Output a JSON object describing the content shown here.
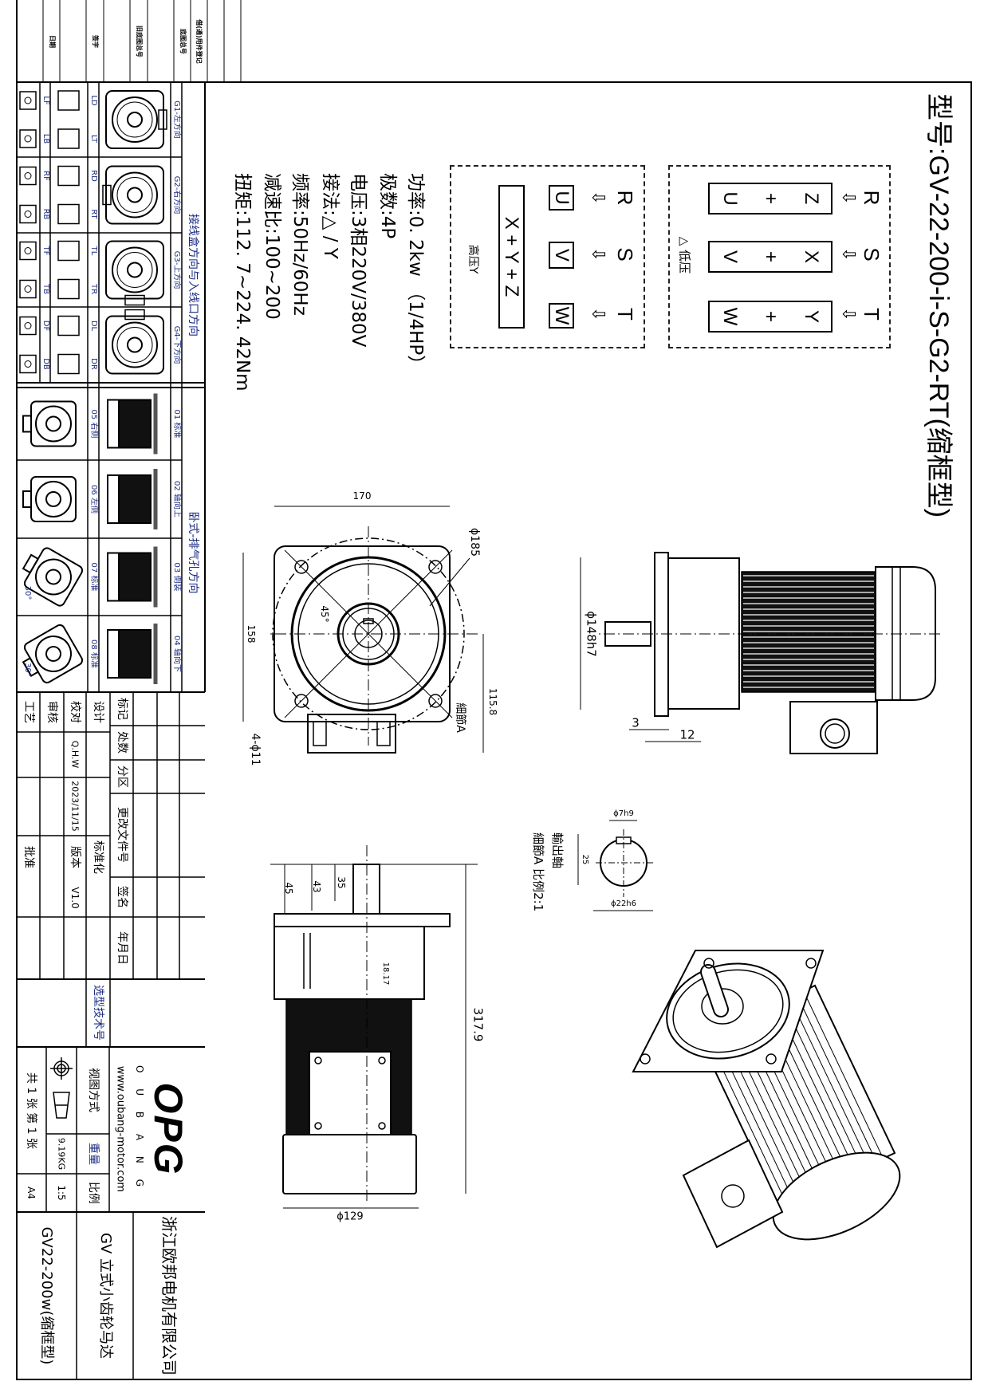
{
  "top_strip": {
    "labels": [
      "日期",
      "签字",
      "旧底图总号",
      "底图总号",
      "借(通)用件登记"
    ]
  },
  "title": "型号:GV-22-200-i-S-G2-RT(缩框型)",
  "wiring": {
    "low_voltage": {
      "label": "△ 低压",
      "phases": [
        "R",
        "S",
        "T"
      ],
      "arrow": "⇩",
      "terminals": [
        [
          "Z",
          "+",
          "U"
        ],
        [
          "X",
          "+",
          "V"
        ],
        [
          "Y",
          "+",
          "W"
        ]
      ]
    },
    "high_voltage": {
      "label": "高压Y",
      "phases": [
        "R",
        "S",
        "T"
      ],
      "arrow": "⇩",
      "terminals": [
        "U",
        "V",
        "W"
      ],
      "star": "X + Y + Z"
    }
  },
  "specs": [
    "功率:0. 2kw （1/4HP）",
    "极数:4P",
    "电压:3相220V/380V",
    "接法:△ / Y",
    "频率:50Hz/60Hz",
    "减速比:100~200",
    "扭矩:112. 7~224. 42Nm"
  ],
  "orientation_panel": {
    "junction_label": "接线盒方向与入线口方向",
    "mount_label": "卧式-排气孔方向",
    "g_rows": [
      {
        "label": "G1-左方向",
        "mid": [
          "LD",
          "LT"
        ],
        "small": [
          "LF",
          "LB"
        ]
      },
      {
        "label": "G2-右方向",
        "mid": [
          "RD",
          "RT"
        ],
        "small": [
          "RF",
          "RB"
        ]
      },
      {
        "label": "G3-上方向",
        "mid": [
          "TL",
          "TR"
        ],
        "small": [
          "TF",
          "TB"
        ]
      },
      {
        "label": "G4-下方向",
        "mid": [
          "DL",
          "DR"
        ],
        "small": [
          "DF",
          "DB"
        ]
      }
    ],
    "mount_rows": [
      {
        "label": "01 标准",
        "sub": "05 右侧"
      },
      {
        "label": "02 轴向上",
        "sub": "06 左侧"
      },
      {
        "label": "03 倒装",
        "sub": "07 标准",
        "angle": "30°"
      },
      {
        "label": "04 轴向下",
        "sub": "08 标准",
        "angle": "30°"
      }
    ]
  },
  "dimensions": {
    "front": {
      "width": "170",
      "pcd": "ϕ185",
      "height": "158",
      "angle": "45°",
      "center_height": "115.8",
      "holes": "4-ϕ11",
      "detail": "細節A"
    },
    "side": {
      "spigot": "ϕ148h7",
      "d1": "3",
      "d2": "12"
    },
    "detail": {
      "key": "ϕ7h9",
      "height": "25",
      "shaft": "ϕ22h6",
      "title": "輸出軸",
      "caption": "細節A 比例2:1"
    },
    "bottom": {
      "d45": "45",
      "d43": "43",
      "d35": "35",
      "offset": "18.17",
      "length": "317.9",
      "body": "ϕ129"
    }
  },
  "title_block": {
    "rev_headers": [
      "标记",
      "处数",
      "分区",
      "更改文件号",
      "签名",
      "年月日"
    ],
    "roles": [
      "设计",
      "校对",
      "审核",
      "工艺"
    ],
    "checker": "Q.H.W",
    "date": "2023/11/15",
    "standardization": "标准化",
    "version_label": "版本",
    "version": "V1.0",
    "approve": "批准",
    "selection_no": "选型技术号",
    "logo": "OPG",
    "logo_sub": "O U B A N G",
    "website": "www.oubang-motor.com",
    "view_method": "视图方式",
    "weight_label": "重量",
    "weight": "9.19KG",
    "scale_label": "比例",
    "scale": "1:5",
    "sheets": "共 1 张 第 1 张",
    "paper": "A4",
    "company": "浙江欧邦电机有限公司",
    "product": "GV 立式小齿轮马达",
    "model": "GV22-200w(缩框型)"
  }
}
